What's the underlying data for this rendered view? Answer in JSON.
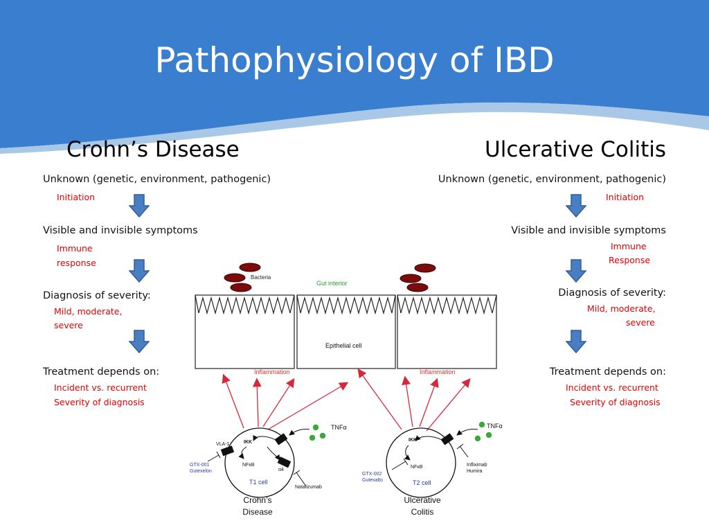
{
  "title": "Pathophysiology of IBD",
  "colors": {
    "header_blue": "#3a7fcf",
    "header_wave": "#a9c7e6",
    "arrow_blue": "#4a7ec2",
    "red_text": "#e00000",
    "bacteria": "#7a0c0c",
    "tnf_dot": "#3aa83a",
    "inflam_arrow": "#d6283a"
  },
  "left": {
    "heading": "Crohn’s Disease",
    "step1": "Unknown (genetic, environment, pathogenic)",
    "initiation": "Initiation",
    "step2": "Visible and invisible symptoms",
    "immune1": "Immune",
    "immune2": "response",
    "step3": "Diagnosis of severity:",
    "mild1": "Mild, moderate,",
    "mild2": "severe",
    "step4": "Treatment depends on:",
    "t1": "Incident vs. recurrent",
    "t2": "Severity of diagnosis"
  },
  "right": {
    "heading": "Ulcerative Colitis",
    "step1": "Unknown (genetic, environment, pathogenic)",
    "initiation": "Initiation",
    "step2": "Visible and invisible symptoms",
    "immune1": "Immune",
    "immune2": "Response",
    "step3": "Diagnosis of severity:",
    "mild1": "Mild, moderate,",
    "mild2": "severe",
    "step4": "Treatment depends on:",
    "t1": "Incident vs. recurrent",
    "t2": "Severity of diagnosis"
  },
  "diagram": {
    "bacteria": "Bacteria",
    "gut_interior": "Gut interior",
    "epithelial": "Epithelial cell",
    "inflammation_left": "Inflammation",
    "inflammation_right": "Inflammation",
    "left_cell": {
      "vla": "VLA-1",
      "ikk": "IKK",
      "nfkb": "NFκB",
      "tnf": "TNFα",
      "a4": "α4",
      "drug1a": "GTX-001",
      "drug1b": "Gutexelon",
      "cell": "T1 cell",
      "nat": "Natalizumab",
      "name1": "Crohn’s",
      "name2": "Disease"
    },
    "right_cell": {
      "ikk": "IKK",
      "nfkb": "NFκB",
      "tnf": "TNFα",
      "drug1a": "GTX-002",
      "drug1b": "Gutexalto",
      "cell": "T2 cell",
      "inf1": "Infliximab",
      "inf2": "Humira",
      "name1": "Ulcerative",
      "name2": "Colitis"
    }
  }
}
